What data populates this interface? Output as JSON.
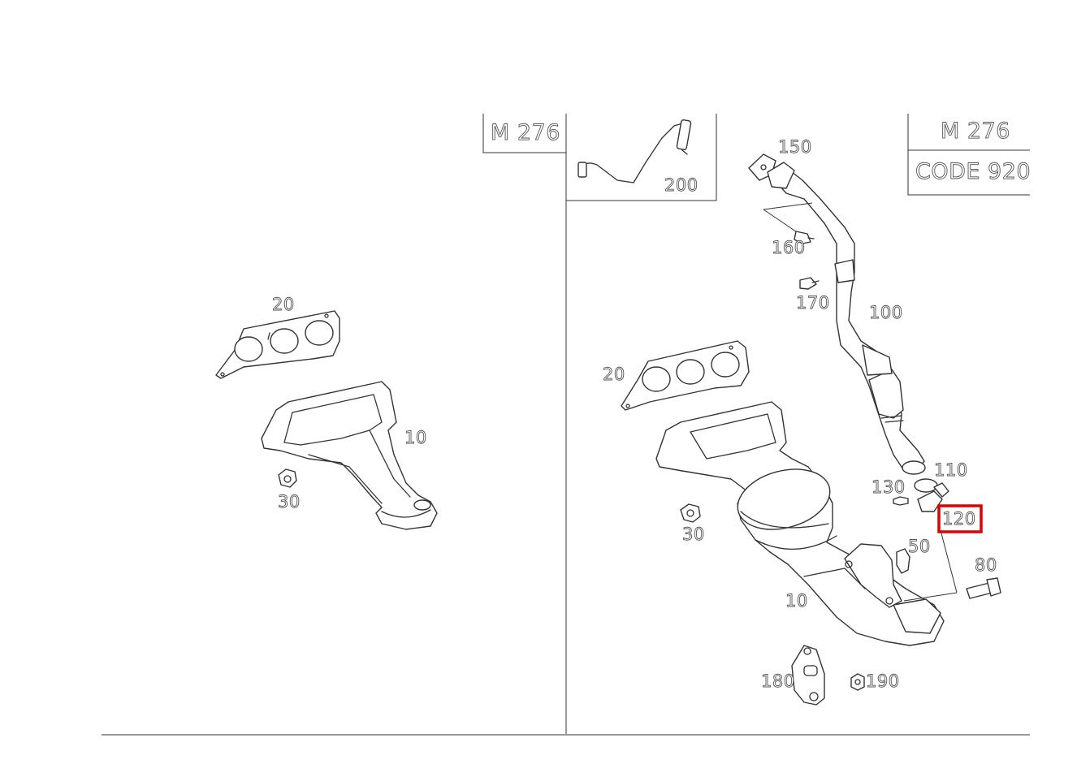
{
  "left_panel": {
    "engine_box": "M 276",
    "labels": {
      "p20": "20",
      "p10": "10",
      "p30": "30"
    }
  },
  "right_panel": {
    "sensor_box_label": "200",
    "engine_box": "M 276",
    "code_box": "CODE 920",
    "labels": {
      "p150": "150",
      "p160": "160",
      "p170": "170",
      "p100": "100",
      "p20": "20",
      "p110": "110",
      "p130": "130",
      "p120": "120",
      "p30": "30",
      "p50": "50",
      "p80": "80",
      "p10": "10",
      "p180": "180",
      "p190": "190"
    },
    "highlighted_part": "120",
    "highlight_color": "#e00000"
  }
}
